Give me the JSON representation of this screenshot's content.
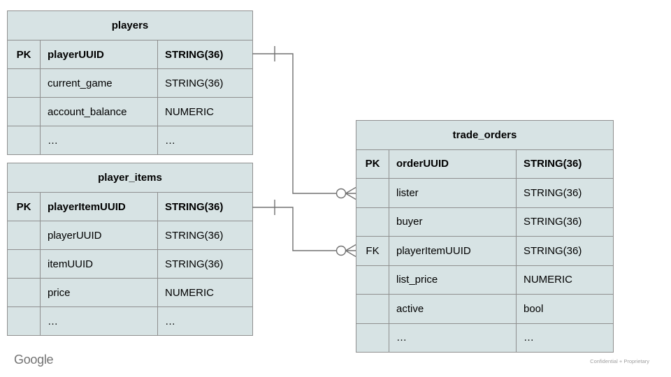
{
  "page": {
    "brand": "Google",
    "footer_note": "Confidential + Proprietary"
  },
  "colors": {
    "background": "#ffffff",
    "table_fill": "#d7e3e4",
    "table_border": "#8f8f8f",
    "connector_line": "#707070",
    "text": "#000000",
    "brand_gray": "#737373",
    "footer_gray": "#9e9e9e"
  },
  "tables": {
    "players": {
      "title": "players",
      "rows": [
        {
          "key": "PK",
          "name": "playerUUID",
          "type": "STRING(36)"
        },
        {
          "key": "",
          "name": "current_game",
          "type": "STRING(36)"
        },
        {
          "key": "",
          "name": "account_balance",
          "type": "NUMERIC"
        },
        {
          "key": "",
          "name": "…",
          "type": "…"
        }
      ]
    },
    "player_items": {
      "title": "player_items",
      "rows": [
        {
          "key": "PK",
          "name": "playerItemUUID",
          "type": "STRING(36)"
        },
        {
          "key": "",
          "name": "playerUUID",
          "type": "STRING(36)"
        },
        {
          "key": "",
          "name": "itemUUID",
          "type": "STRING(36)"
        },
        {
          "key": "",
          "name": "price",
          "type": "NUMERIC"
        },
        {
          "key": "",
          "name": "…",
          "type": "…"
        }
      ]
    },
    "trade_orders": {
      "title": "trade_orders",
      "rows": [
        {
          "key": "PK",
          "name": "orderUUID",
          "type": "STRING(36)"
        },
        {
          "key": "",
          "name": "lister",
          "type": "STRING(36)"
        },
        {
          "key": "",
          "name": "buyer",
          "type": "STRING(36)"
        },
        {
          "key": "FK",
          "name": "playerItemUUID",
          "type": "STRING(36)"
        },
        {
          "key": "",
          "name": "list_price",
          "type": "NUMERIC"
        },
        {
          "key": "",
          "name": "active",
          "type": "bool"
        },
        {
          "key": "",
          "name": "…",
          "type": "…"
        }
      ]
    }
  },
  "relationships": [
    {
      "from_table": "players",
      "from_field": "playerUUID",
      "to_table": "trade_orders",
      "to_field": "lister",
      "from_cardinality": "one",
      "to_cardinality": "zero-or-many"
    },
    {
      "from_table": "player_items",
      "from_field": "playerItemUUID",
      "to_table": "trade_orders",
      "to_field": "playerItemUUID",
      "from_cardinality": "one",
      "to_cardinality": "zero-or-many"
    }
  ]
}
